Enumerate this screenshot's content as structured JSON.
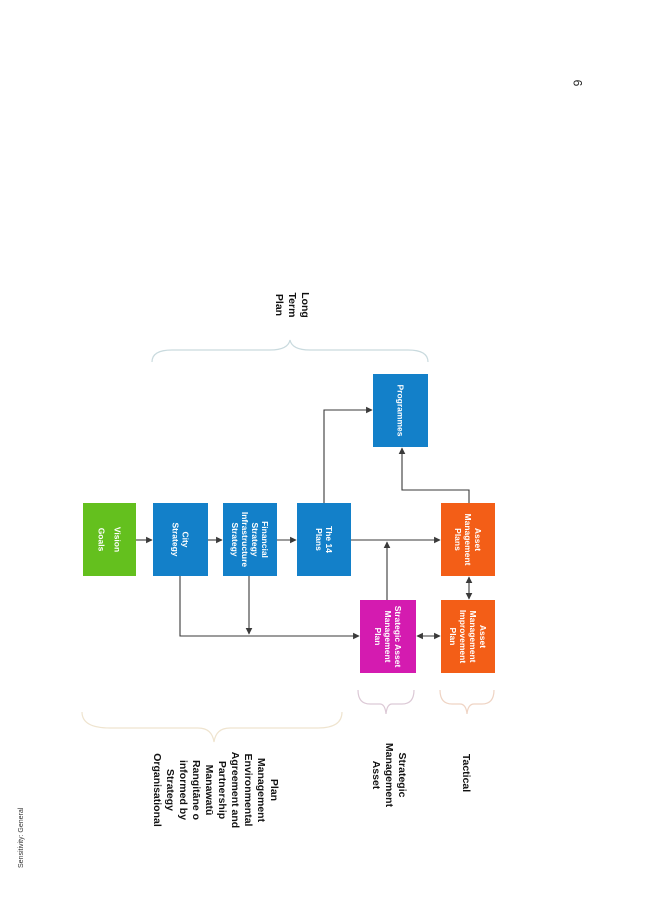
{
  "page": {
    "number": "6",
    "sensitivity": "Sensitivity: General"
  },
  "colors": {
    "green": "#64c01e",
    "blue": "#1380c9",
    "magenta": "#d41bb0",
    "orange": "#f35e17",
    "arrow": "#3a3a3a",
    "brace": "#c9dade"
  },
  "boxes": {
    "vision_goals": [
      "Vision",
      "Goals"
    ],
    "city_strategy": [
      "City",
      "Strategy"
    ],
    "financial_infra": [
      "Financial",
      "Strategy",
      "Infrastructure",
      "Strategy"
    ],
    "the_14_plans": [
      "The 14",
      "Plans"
    ],
    "programmes": [
      "Programmes"
    ],
    "strategic_amp": [
      "Strategic Asset",
      "Management",
      "Plan"
    ],
    "am_improvement": [
      "Asset",
      "Management",
      "Improvement",
      "Plan"
    ],
    "am_plans": [
      "Asset",
      "Management",
      "Plans"
    ]
  },
  "labels": {
    "long_term_plan": [
      "Long",
      "Term",
      "Plan"
    ],
    "organisational": [
      "Organisational",
      "Strategy",
      "informed by",
      "Rangitāne o",
      "Manawatū",
      "Partnership",
      "Agreement and",
      "Environmental",
      "Management",
      "Plan"
    ],
    "asset_mgmt_strategic": [
      "Asset",
      "Management",
      "Strategic"
    ],
    "tactical": [
      "Tactical"
    ]
  }
}
